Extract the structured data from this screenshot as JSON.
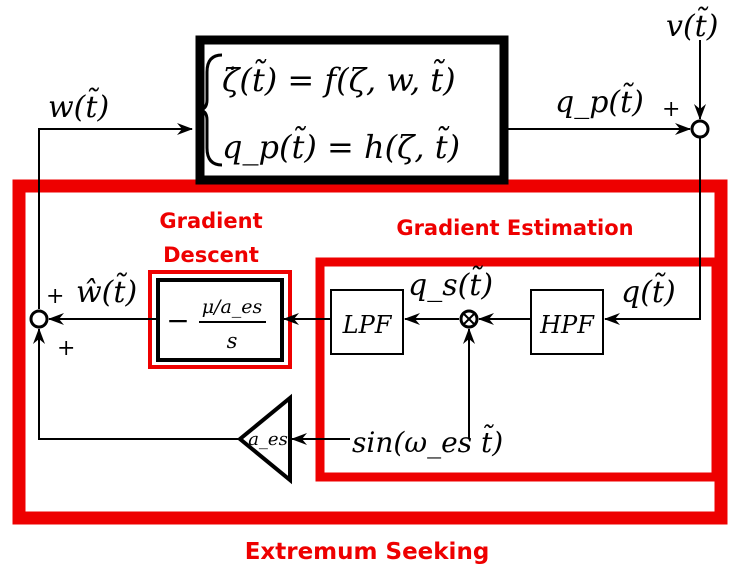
{
  "colors": {
    "accent": "#ee0000",
    "ink": "#000000"
  },
  "plant": {
    "eq1": "ζ̇(t̃) = f(ζ, w, t̃)",
    "eq2": "q_p(t̃) = h(ζ, t̃)"
  },
  "signals": {
    "v": "v(t̃)",
    "w": "w(t̃)",
    "qp": "q_p(t̃)",
    "w_hat": "ŵ(t̃)",
    "qs": "q_s(t̃)",
    "q": "q(t̃)",
    "sin": "sin(ω_es t̃)"
  },
  "blocks": {
    "lpf": "LPF",
    "hpf": "HPF",
    "gain": "a_es",
    "integrator_num": "μ/a_es",
    "integrator_den": "s",
    "integrator_sign": "−"
  },
  "signs": {
    "plus": "+"
  },
  "labels": {
    "gradient_descent_line1": "Gradient",
    "gradient_descent_line2": "Descent",
    "gradient_estimation": "Gradient Estimation",
    "extremum_seeking": "Extremum Seeking"
  }
}
